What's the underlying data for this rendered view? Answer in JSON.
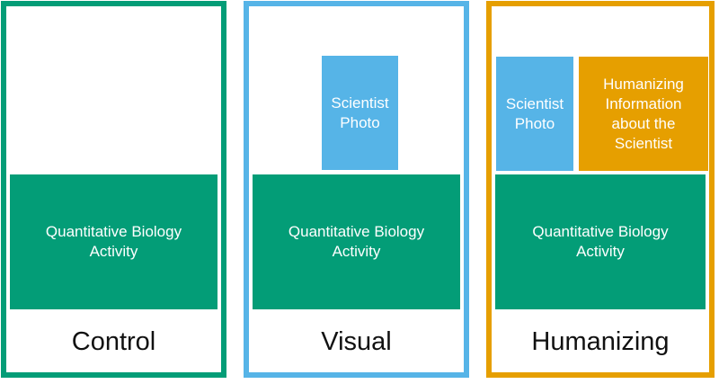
{
  "colors": {
    "green": "#039d77",
    "blue": "#56b4e7",
    "orange": "#e69f00",
    "text_on_box": "#ffffff",
    "label_text": "#111111"
  },
  "panels": [
    {
      "id": "control",
      "label": "Control",
      "border_color": "#039d77",
      "activity_text": "Quantitative Biology\nActivity"
    },
    {
      "id": "visual",
      "label": "Visual",
      "border_color": "#56b4e7",
      "photo_text": "Scientist\nPhoto",
      "activity_text": "Quantitative Biology\nActivity"
    },
    {
      "id": "humanizing",
      "label": "Humanizing",
      "border_color": "#e69f00",
      "photo_text": "Scientist\nPhoto",
      "info_text": "Humanizing\nInformation\nabout the\nScientist",
      "activity_text": "Quantitative Biology\nActivity"
    }
  ]
}
